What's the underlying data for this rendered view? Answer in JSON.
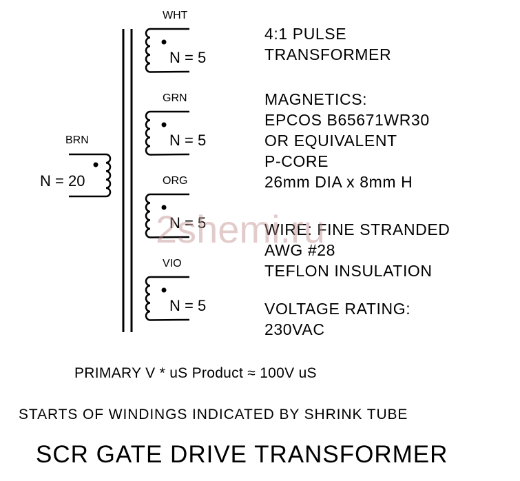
{
  "primary": {
    "wire": "BRN",
    "turns": "N = 20"
  },
  "secondaries": [
    {
      "wire": "WHT",
      "turns": "N = 5"
    },
    {
      "wire": "GRN",
      "turns": "N = 5"
    },
    {
      "wire": "ORG",
      "turns": "N = 5"
    },
    {
      "wire": "VIO",
      "turns": "N = 5"
    }
  ],
  "heading": [
    "4:1  PULSE",
    "TRANSFORMER"
  ],
  "magnetics": [
    "MAGNETICS:",
    "EPCOS  B65671WR30",
    "OR EQUIVALENT",
    "P-CORE",
    "26mm DIA x 8mm H"
  ],
  "wire": [
    "WIRE:  FINE STRANDED",
    "AWG #28",
    "TEFLON INSULATION"
  ],
  "voltage": [
    "VOLTAGE RATING:",
    "230VAC"
  ],
  "product": "PRIMARY V * uS Product  ≈ 100V uS",
  "starts": "STARTS OF WINDINGS INDICATED BY SHRINK TUBE",
  "title": "SCR GATE DRIVE TRANSFORMER",
  "watermark": "2shemi.ru"
}
